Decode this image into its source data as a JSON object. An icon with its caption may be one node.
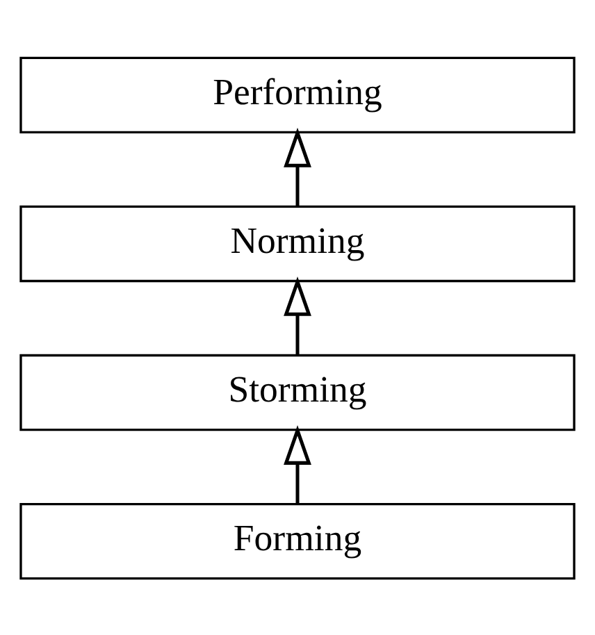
{
  "diagram": {
    "nodes": [
      {
        "text": [
          "Performing"
        ]
      },
      {
        "text": [
          "Norming"
        ]
      },
      {
        "text": [
          "Storming"
        ]
      },
      {
        "text": [
          "Forming"
        ]
      }
    ],
    "edges": [
      {
        "from": 3,
        "to": 2,
        "arrow": "to"
      },
      {
        "from": 2,
        "to": 1,
        "arrow": "to"
      },
      {
        "from": 1,
        "to": 0,
        "arrow": "to"
      }
    ]
  }
}
